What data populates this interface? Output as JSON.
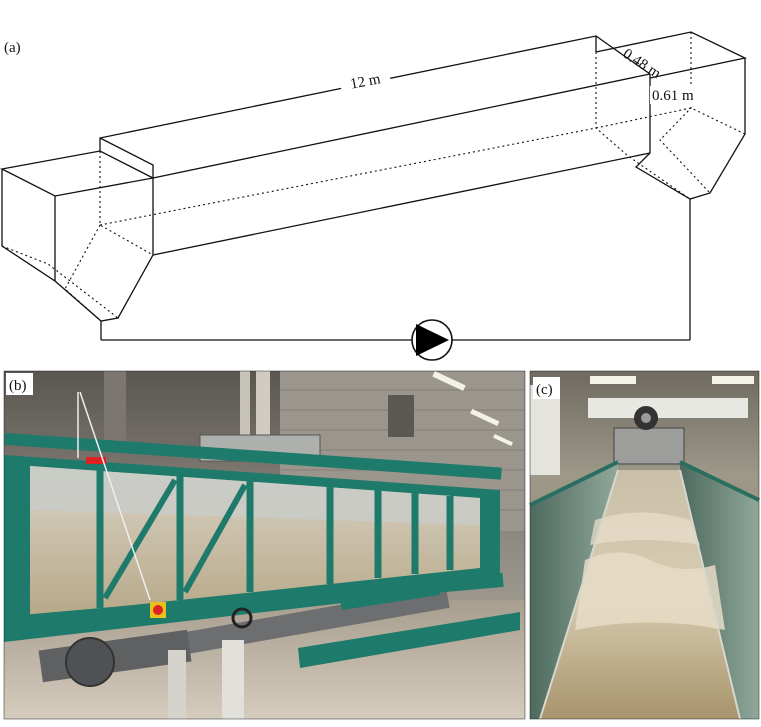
{
  "panels": {
    "a": {
      "label": "(a)"
    },
    "b": {
      "label": "(b)"
    },
    "c": {
      "label": "(c)"
    }
  },
  "dimensions": {
    "length": "12 m",
    "width": "0.48 m",
    "height": "0.61 m"
  },
  "colors": {
    "flume_frame": "#1e7a6a",
    "water": "#b3a58a",
    "pump": "#000000"
  },
  "icons": {
    "pump": "pump-symbol-icon"
  }
}
